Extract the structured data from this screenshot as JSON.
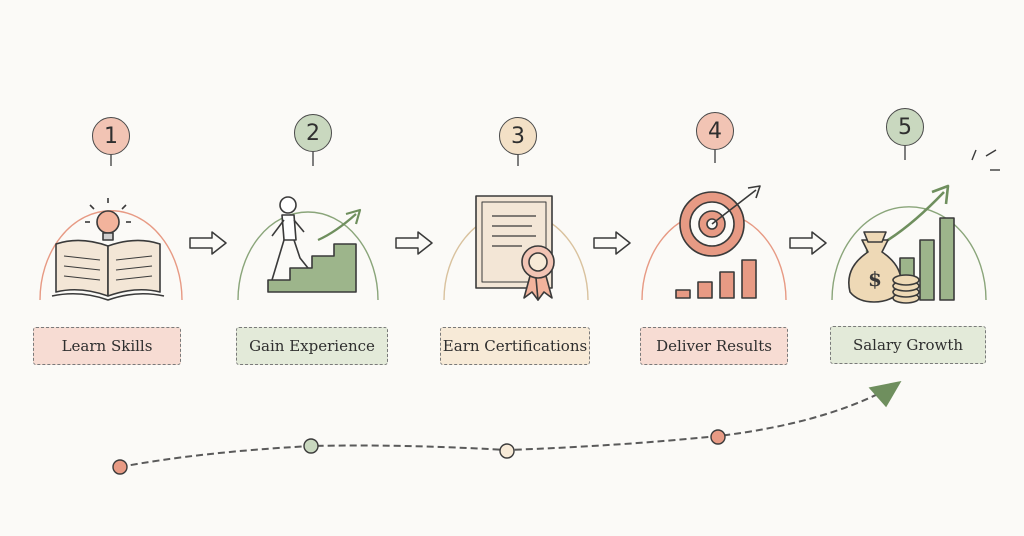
{
  "steps": [
    {
      "number": "1",
      "label": "Learn Skills",
      "icon": "open-book-lightbulb-icon",
      "color": "#f2c4b4",
      "bg": "#f7dcd3"
    },
    {
      "number": "2",
      "label": "Gain Experience",
      "icon": "person-climbing-stairs-icon",
      "color": "#c9d8bf",
      "bg": "#e3ead9"
    },
    {
      "number": "3",
      "label": "Earn Certifications",
      "icon": "certificate-icon",
      "color": "#f3e0c6",
      "bg": "#f7ead7"
    },
    {
      "number": "4",
      "label": "Deliver Results",
      "icon": "target-bar-chart-icon",
      "color": "#f2c4b4",
      "bg": "#f7dcd3"
    },
    {
      "number": "5",
      "label": "Salary Growth",
      "icon": "money-bag-growth-icon",
      "color": "#c9d8bf",
      "bg": "#e3ead9"
    }
  ],
  "colors": {
    "salmon": "#e79a84",
    "sage": "#8aa57a",
    "cream": "#eed9b6",
    "ink": "#3a3a3a"
  }
}
